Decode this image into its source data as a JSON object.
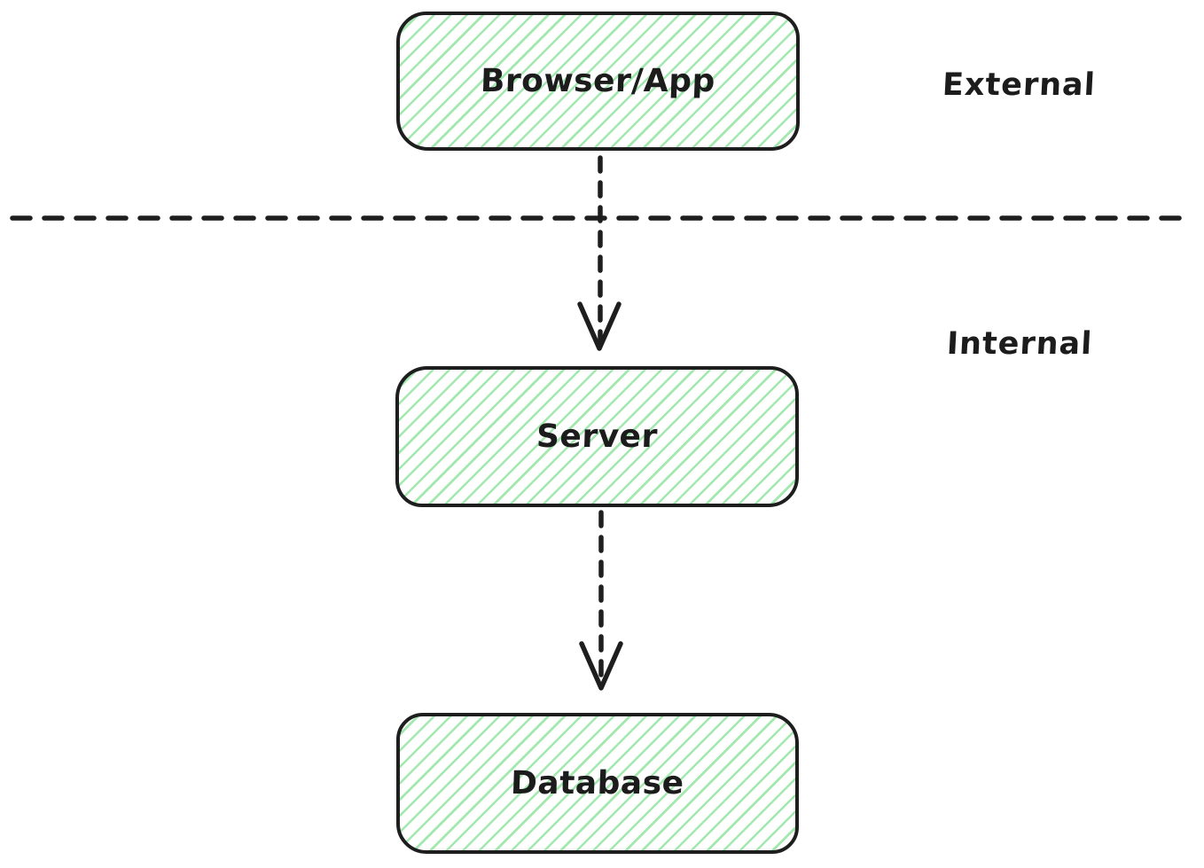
{
  "diagram": {
    "type": "flow-diagram",
    "style": "hand-drawn-sketch",
    "nodes": [
      {
        "id": "browser-app",
        "label": "Browser/App",
        "zone": "external",
        "shape": "rounded-rectangle",
        "fill": "green-diagonal-hatch"
      },
      {
        "id": "server",
        "label": "Server",
        "zone": "internal",
        "shape": "rounded-rectangle",
        "fill": "green-diagonal-hatch"
      },
      {
        "id": "database",
        "label": "Database",
        "zone": "internal",
        "shape": "rounded-rectangle",
        "fill": "green-diagonal-hatch"
      }
    ],
    "edges": [
      {
        "from": "browser-app",
        "to": "server",
        "line_style": "dashed",
        "arrowhead": "open-v",
        "direction": "down"
      },
      {
        "from": "server",
        "to": "database",
        "line_style": "dashed",
        "arrowhead": "open-v",
        "direction": "down"
      }
    ],
    "zones": [
      {
        "id": "external",
        "label": "External"
      },
      {
        "id": "internal",
        "label": "Internal"
      }
    ],
    "divider": {
      "orientation": "horizontal",
      "line_style": "dashed",
      "separates": [
        "external",
        "internal"
      ]
    },
    "colors": {
      "canvas_background": "#ffffff",
      "shape_stroke": "#1e1e1e",
      "hatch_green": "#a3e8af",
      "text": "#1c1c1c"
    }
  }
}
